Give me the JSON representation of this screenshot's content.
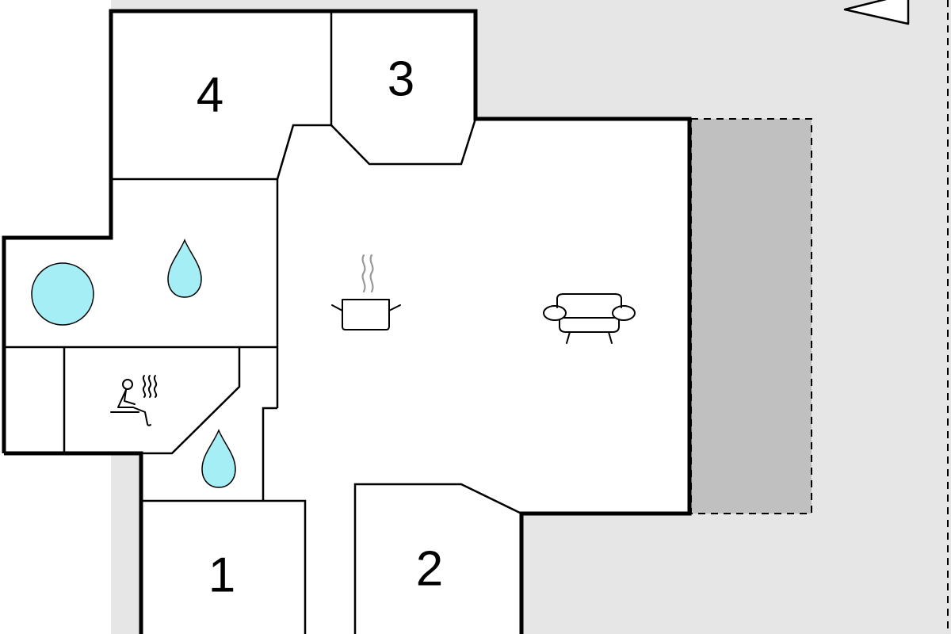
{
  "floorplan": {
    "rooms": [
      {
        "id": "room-1",
        "label": "1"
      },
      {
        "id": "room-2",
        "label": "2"
      },
      {
        "id": "room-3",
        "label": "3"
      },
      {
        "id": "room-4",
        "label": "4"
      }
    ],
    "icons": [
      {
        "id": "pot",
        "name": "cooking-pot-icon"
      },
      {
        "id": "sofa",
        "name": "sofa-icon"
      },
      {
        "id": "sauna",
        "name": "sauna-icon"
      },
      {
        "id": "drop-upper",
        "name": "water-drop-icon"
      },
      {
        "id": "drop-lower",
        "name": "water-drop-icon"
      },
      {
        "id": "pool",
        "name": "hot-tub-icon"
      },
      {
        "id": "compass",
        "name": "north-arrow-icon"
      }
    ],
    "colors": {
      "outdoor": "#e6e6e6",
      "terrace": "#c0c0c0",
      "water": "#a6eef5",
      "wall": "#000000",
      "interior": "#ffffff"
    }
  }
}
